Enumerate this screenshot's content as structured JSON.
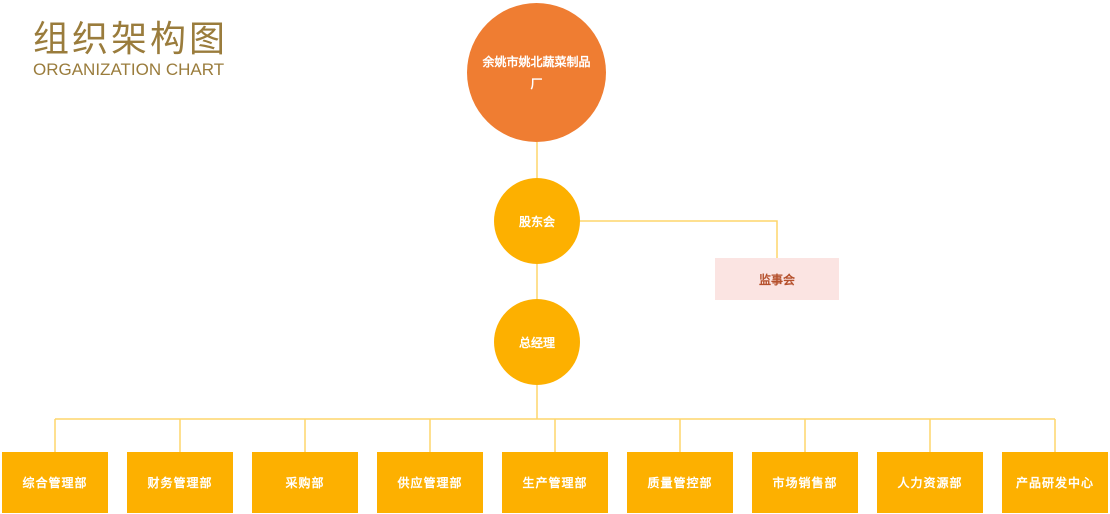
{
  "header": {
    "title_cn": "组织架构图",
    "title_en": "ORGANIZATION CHART"
  },
  "org": {
    "root": "余姚市姚北蔬菜制品厂",
    "board": "股东会",
    "supervisor": "监事会",
    "general_manager": "总经理",
    "departments": [
      "综合管理部",
      "财务管理部",
      "采购部",
      "供应管理部",
      "生产管理部",
      "质量管控部",
      "市场销售部",
      "人力资源部",
      "产品研发中心"
    ]
  },
  "colors": {
    "root": "#ef7d32",
    "node": "#fdb000",
    "supervisor_fill": "#fbe4e2",
    "connector": "#fdd56b",
    "title": "#9a7c3c"
  }
}
